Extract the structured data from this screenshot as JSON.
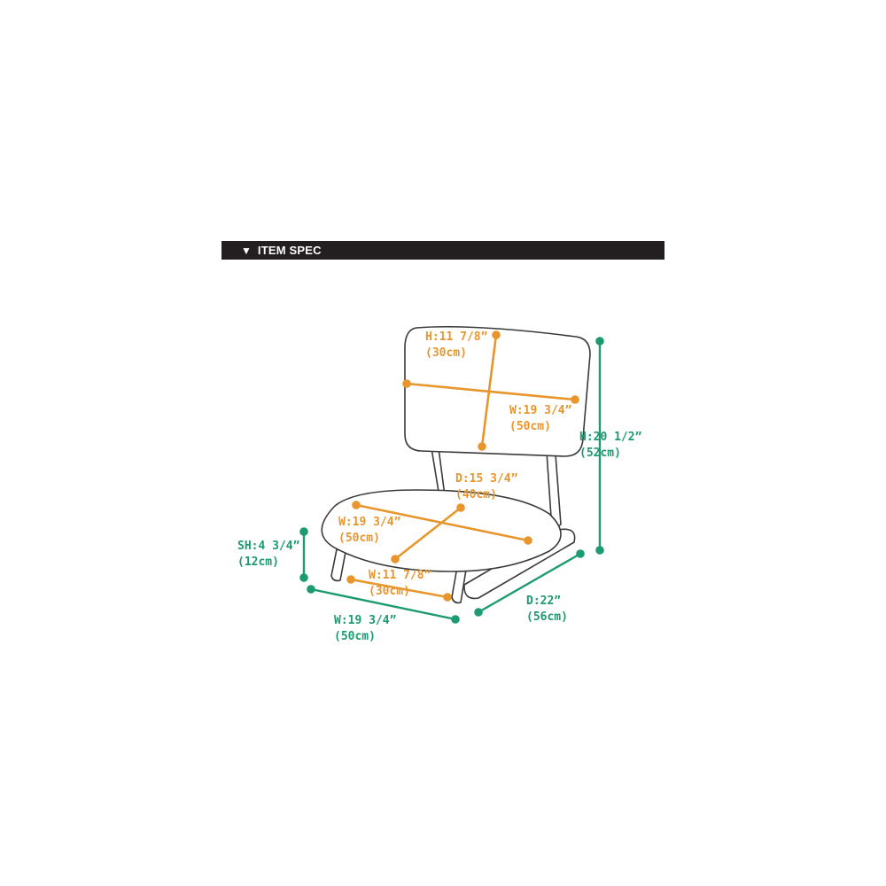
{
  "header": {
    "marker": "▼",
    "title": "ITEM SPEC"
  },
  "colors": {
    "bar": "#231f20",
    "seat_dims": "#e8962c",
    "overall_dims": "#1c9a72",
    "outline": "#3a3a3a"
  },
  "labels": {
    "back_height": {
      "inch": "H:11 7/8”",
      "cm": "(30cm)"
    },
    "back_width": {
      "inch": "W:19 3/4”",
      "cm": "(50cm)"
    },
    "total_height": {
      "inch": "H:20 1/2”",
      "cm": "(52cm)"
    },
    "seat_depth": {
      "inch": "D:15 3/4”",
      "cm": "(40cm)"
    },
    "seat_width": {
      "inch": "W:19 3/4”",
      "cm": "(50cm)"
    },
    "seat_height": {
      "inch": "SH:4 3/4”",
      "cm": "(12cm)"
    },
    "base_width": {
      "inch": "W:11 7/8”",
      "cm": "(30cm)"
    },
    "total_width": {
      "inch": "W:19 3/4”",
      "cm": "(50cm)"
    },
    "total_depth": {
      "inch": "D:22”",
      "cm": "(56cm)"
    }
  }
}
